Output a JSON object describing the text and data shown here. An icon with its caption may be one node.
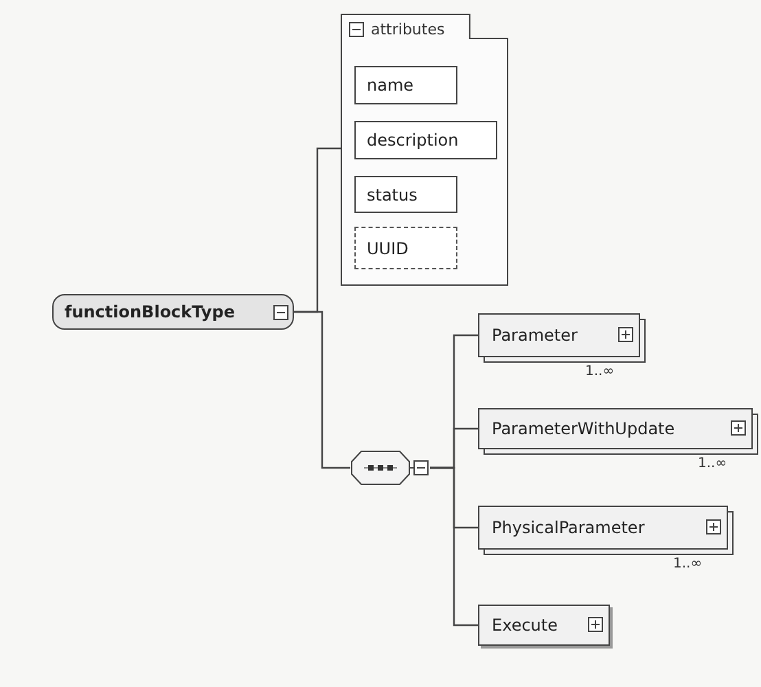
{
  "diagram": {
    "nodes": [
      {
        "text": [
          "functionBlockType"
        ]
      },
      {
        "text": [
          "attributes"
        ]
      },
      {
        "text": [
          "name"
        ],
        "in": 1
      },
      {
        "text": [
          "description"
        ],
        "in": 1
      },
      {
        "text": [
          "status"
        ],
        "in": 1
      },
      {
        "text": [
          "UUID"
        ],
        "in": 1
      },
      {
        "text": [],
        "shape": "box"
      },
      {
        "text": [
          "Parameter"
        ],
        "beside": [
          "1..∞"
        ]
      },
      {
        "text": [
          "ParameterWithUpdate"
        ],
        "beside": [
          "1..∞"
        ]
      },
      {
        "text": [
          "PhysicalParameter"
        ],
        "beside": [
          "1..∞"
        ]
      },
      {
        "text": [
          "Execute"
        ]
      }
    ],
    "edges": [
      {
        "from": 0,
        "to": 1,
        "arrow": "none"
      },
      {
        "from": 0,
        "to": 6,
        "arrow": "none"
      },
      {
        "from": 6,
        "to": 7,
        "arrow": "none"
      },
      {
        "from": 6,
        "to": 8,
        "arrow": "none"
      },
      {
        "from": 6,
        "to": 9,
        "arrow": "none"
      },
      {
        "from": 6,
        "to": 10,
        "arrow": "none"
      }
    ]
  }
}
